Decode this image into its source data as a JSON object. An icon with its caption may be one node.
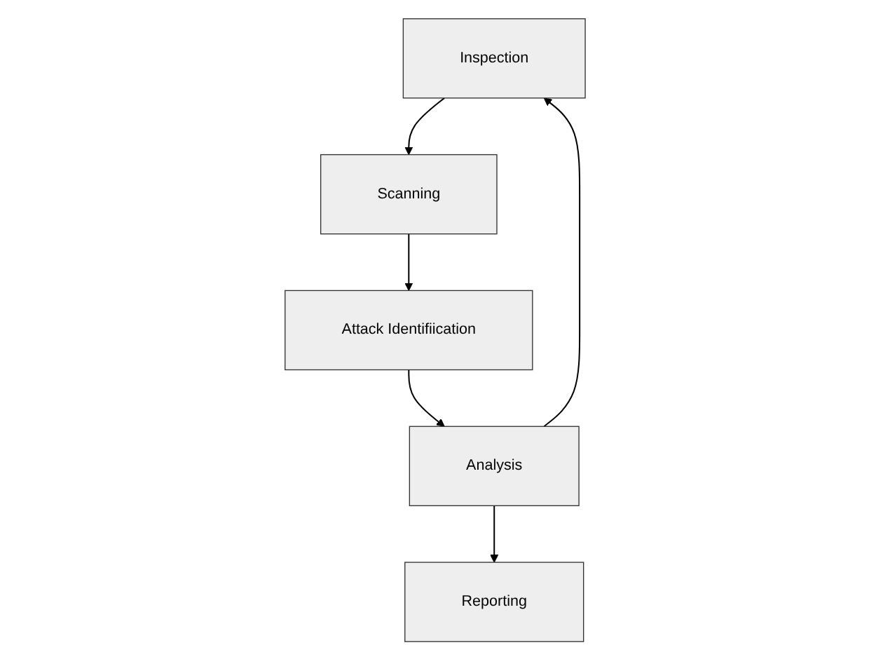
{
  "diagram": {
    "nodes": [
      {
        "text": [
          "Inspection"
        ]
      },
      {
        "text": [
          "Scanning"
        ]
      },
      {
        "text": [
          "Analysis"
        ]
      },
      {
        "text": [
          "Attack Identifiication"
        ]
      },
      {
        "text": [
          "Reporting"
        ]
      }
    ],
    "edges": [
      {
        "from": 0,
        "to": 1,
        "arrow": "to"
      },
      {
        "from": 1,
        "to": 3,
        "arrow": "to"
      },
      {
        "from": 3,
        "to": 2,
        "arrow": "to"
      },
      {
        "from": 2,
        "to": 0,
        "arrow": "to"
      },
      {
        "from": 2,
        "to": 4,
        "arrow": "to"
      }
    ]
  }
}
